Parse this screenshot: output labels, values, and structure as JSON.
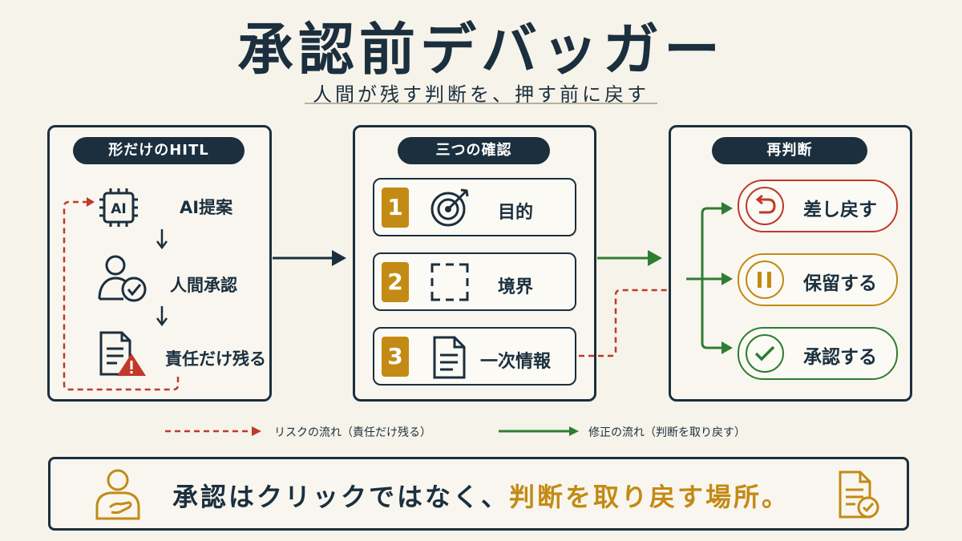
{
  "title": "承認前デバッガー",
  "subtitle": "人間が残す判断を、押す前に戻す",
  "left_panel": {
    "header": "形だけのHITL",
    "steps": [
      "AI提案",
      "人間承認",
      "責任だけ残る"
    ]
  },
  "middle_panel": {
    "header": "三つの確認",
    "items": [
      {
        "num": "1",
        "label": "目的",
        "icon": "target-icon"
      },
      {
        "num": "2",
        "label": "境界",
        "icon": "boundary-icon"
      },
      {
        "num": "3",
        "label": "一次情報",
        "icon": "document-icon"
      }
    ]
  },
  "right_panel": {
    "header": "再判断",
    "actions": [
      {
        "label": "差し戻す",
        "icon": "undo-icon",
        "color": "#c0392b"
      },
      {
        "label": "保留する",
        "icon": "pause-icon",
        "color": "#c38a14"
      },
      {
        "label": "承認する",
        "icon": "check-icon",
        "color": "#2e7d32"
      }
    ]
  },
  "legend": {
    "risk": "リスクの流れ（責任だけ残る）",
    "fix": "修正の流れ（判断を取り戻す）"
  },
  "banner": {
    "text_plain": "承認はクリックではなく、",
    "text_highlight": "判断を取り戻す場所。"
  },
  "colors": {
    "navy": "#1b2f3e",
    "gold": "#c38a14",
    "red": "#c0392b",
    "green": "#2e7d32",
    "background": "#f6f3ea"
  }
}
